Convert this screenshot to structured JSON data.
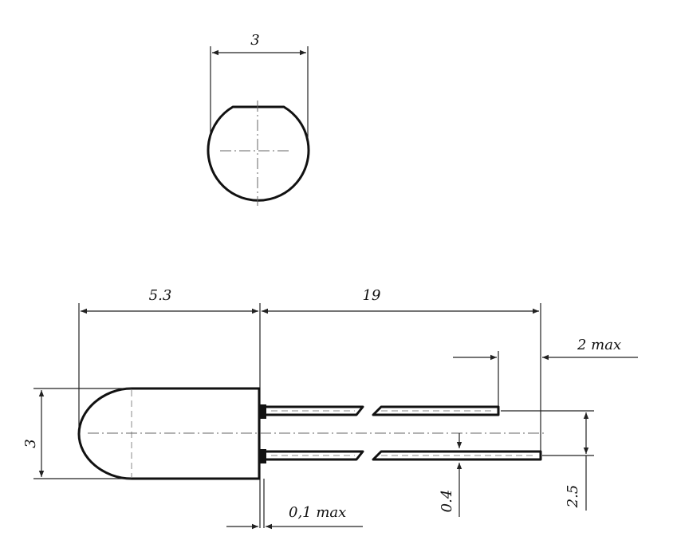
{
  "dimensions": {
    "top_width": "3",
    "body_length": "5.3",
    "lead_length": "19",
    "lead_offset": "2 max",
    "body_height": "3",
    "flange_gap": "0,1 max",
    "lead_thickness": "0.4",
    "lead_spacing": "2.5"
  },
  "colors": {
    "line": "#111111",
    "background": "#ffffff"
  }
}
